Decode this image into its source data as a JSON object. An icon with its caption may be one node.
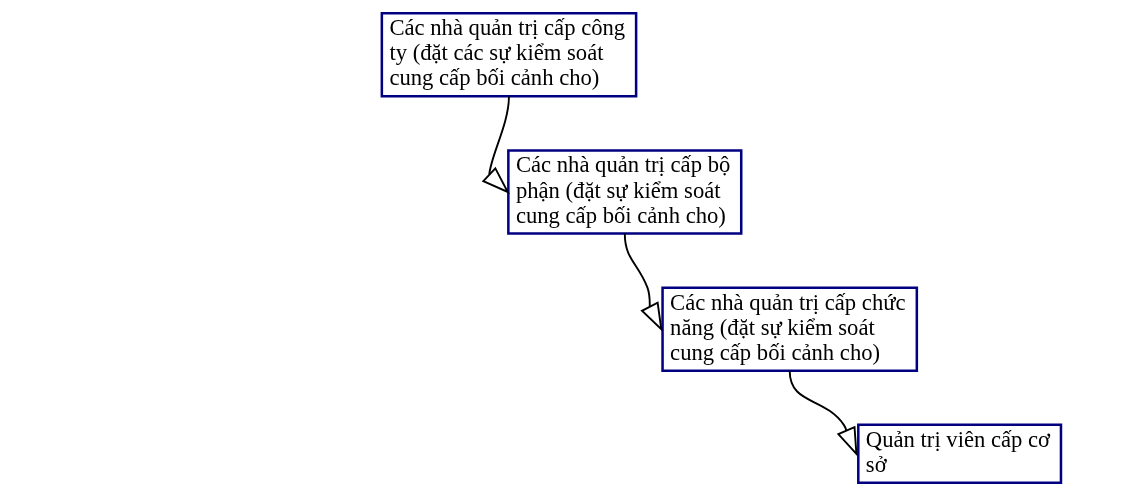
{
  "diagram": {
    "nodes": [
      {
        "text": [
          "Các nhà quản trị cấp công ty (đặt các sự kiểm soát cung cấp bối cảnh cho)"
        ]
      },
      {
        "text": [
          "Các nhà quản trị cấp bộ phận (đặt sự kiểm soát cung cấp bối cảnh cho)"
        ]
      },
      {
        "text": [
          "Các nhà quản trị cấp chức năng (đặt sự kiểm soát cung cấp bối cảnh cho)"
        ]
      },
      {
        "text": [
          "Quản trị viên cấp cơ sở"
        ]
      }
    ],
    "edges": [
      {
        "from": 0,
        "to": 1,
        "arrow": "to"
      },
      {
        "from": 1,
        "to": 2,
        "arrow": "to"
      },
      {
        "from": 2,
        "to": 3,
        "arrow": "to"
      }
    ]
  }
}
